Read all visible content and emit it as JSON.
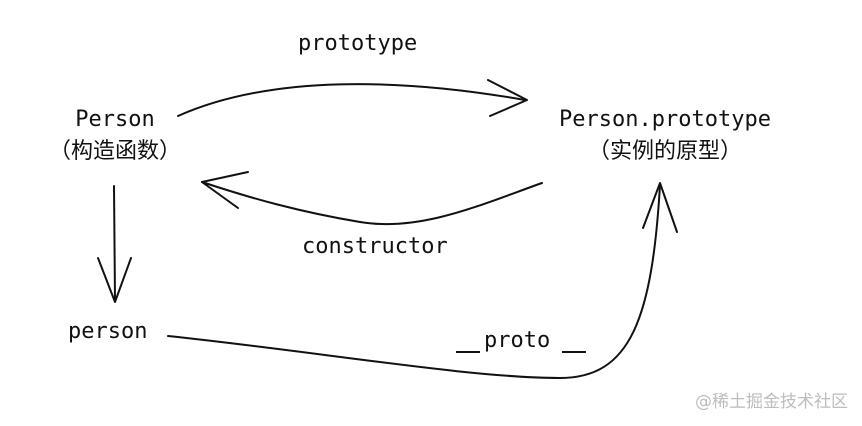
{
  "nodes": {
    "constructor": {
      "name": "Person",
      "desc": "（构造函数）"
    },
    "prototype_obj": {
      "name": "Person.prototype",
      "desc": "（实例的原型）"
    },
    "instance": {
      "name": "person"
    }
  },
  "edges": {
    "prototype": "prototype",
    "constructor": "constructor",
    "proto": "proto"
  },
  "watermark": "@稀土掘金技术社区"
}
